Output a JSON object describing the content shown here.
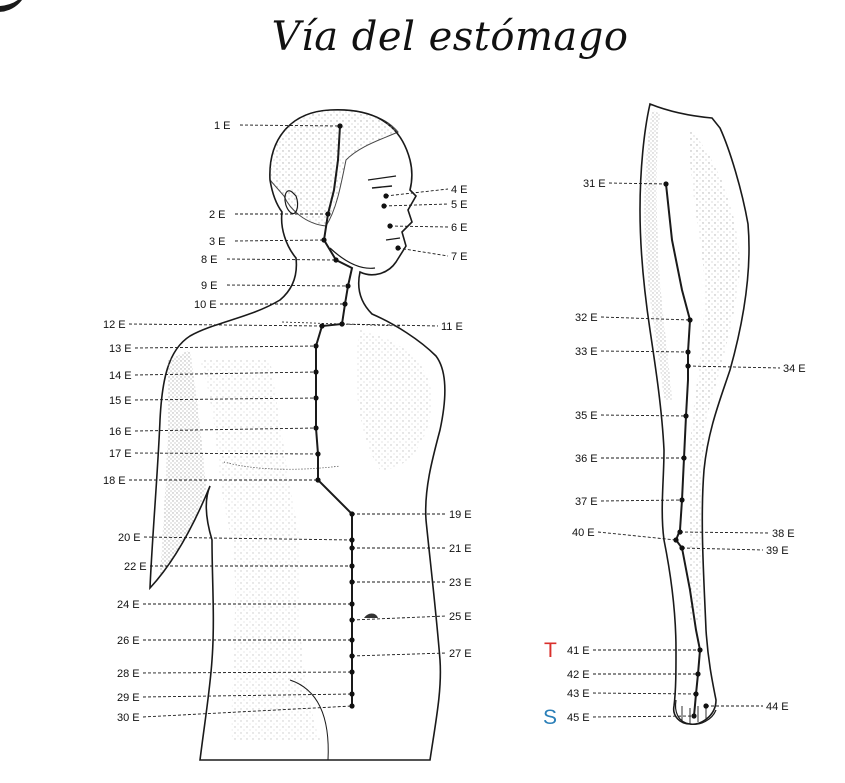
{
  "title": "Vía del estómago",
  "colors": {
    "marker_t": "#d9302c",
    "marker_s": "#2a7fb8",
    "ink": "#111111",
    "stipple": "#9a9a9a"
  },
  "torso_points": [
    "1 E",
    "2 E",
    "3 E",
    "4 E",
    "5 E",
    "6 E",
    "7 E",
    "8 E",
    "9 E",
    "10 E",
    "11 E",
    "12 E",
    "13 E",
    "14 E",
    "15 E",
    "16 E",
    "17 E",
    "18 E",
    "19 E",
    "20 E",
    "21 E",
    "22 E",
    "23 E",
    "24 E",
    "25 E",
    "26 E",
    "27 E",
    "28 E",
    "29 E",
    "30 E"
  ],
  "leg_points": [
    "31 E",
    "32 E",
    "33 E",
    "34 E",
    "35 E",
    "36 E",
    "37 E",
    "38 E",
    "39 E",
    "40 E",
    "41 E",
    "42 E",
    "43 E",
    "44 E",
    "45 E"
  ],
  "markers": {
    "t": "T",
    "s": "S"
  }
}
